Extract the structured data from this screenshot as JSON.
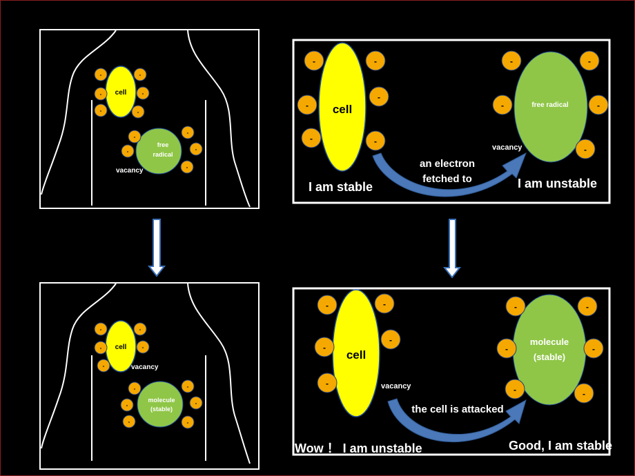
{
  "colors": {
    "background": "#000000",
    "cell": "#FFFF00",
    "cell_outline": "#1F4E9A",
    "radical": "#8FC647",
    "electron": "#F5A800",
    "electron_outline": "#1F3D7A",
    "arrow": "#4A78B8",
    "frame": "#FFFFFF"
  },
  "electron_sign": "-",
  "panels": {
    "top_left": {
      "cell_label": "cell",
      "radical_label_line1": "free",
      "radical_label_line2": "radical",
      "vacancy_label": "vacancy"
    },
    "top_right": {
      "cell_label": "cell",
      "radical_label": "free radical",
      "vacancy_label": "vacancy",
      "arrow_label_line1": "an electron",
      "arrow_label_line2": "fetched to",
      "left_status": "I am stable",
      "right_status": "I am unstable"
    },
    "bottom_left": {
      "cell_label": "cell",
      "vacancy_label": "vacancy",
      "molecule_label_line1": "molecule",
      "molecule_label_line2": "(stable)"
    },
    "bottom_right": {
      "cell_label": "cell",
      "vacancy_label": "vacancy",
      "molecule_label_line1": "molecule",
      "molecule_label_line2": "(stable)",
      "arrow_label": "the cell is attacked",
      "left_status": "Wow ！ I am unstable",
      "right_status": "Good, I am stable"
    }
  }
}
